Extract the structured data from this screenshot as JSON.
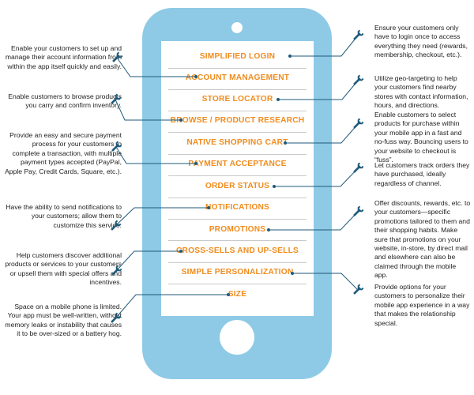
{
  "colors": {
    "phone": "#8ecae6",
    "feature_text": "#f08c1e",
    "connector": "#1f5a7a",
    "divider": "#c9c9c9",
    "description_text": "#222222"
  },
  "icons": {
    "connector_end": "wrench-icon",
    "connector_start": "dot-icon"
  },
  "features": [
    "SIMPLIFIED LOGIN",
    "ACCOUNT MANAGEMENT",
    "STORE LOCATOR",
    "BROWSE / PRODUCT RESEARCH",
    "NATIVE SHOPPING CART",
    "PAYMENT ACCEPTANCE",
    "ORDER STATUS",
    "NOTIFICATIONS",
    "PROMOTIONS",
    "CROSS-SELLS AND UP-SELLS",
    "SIMPLE PERSONALIZATION",
    "SIZE"
  ],
  "left_notes": {
    "account_management": "Enable your customers to set up and manage their account information from within the app itself quickly and easily.",
    "browse": "Enable customers to browse products you carry and confirm inventory.",
    "payment": "Provide an easy and secure payment process for your customers to complete a transaction, with multiple payment types accepted (PayPal, Apple Pay, Credit Cards, Square, etc.).",
    "notifications": "Have the ability to send notifications to your customers; allow them to customize this service.",
    "cross_sells": "Help customers discover additional products or services to your customers or upsell them with special offers and incentives.",
    "size": "Space on a mobile phone is limited. Your app must be well-written, without memory leaks or instability that causes it to be over-sized or a battery hog."
  },
  "right_notes": {
    "login": "Ensure your customers only have to login once to access everything they need (rewards, membership, checkout, etc.).",
    "store_locator": "Utilize geo-targeting to help your customers find nearby stores with contact information, hours, and directions.",
    "shopping_cart": "Enable customers to select products for purchase within your mobile app in a fast and no-fuss way. Bouncing users to your website to checkout is “fuss”.",
    "order_status": "Let customers track orders they have purchased, ideally regardless of channel.",
    "promotions": "Offer discounts, rewards, etc. to your customers—specific promotions tailored to them and their shopping habits. Make sure that promotions on your website, in-store, by direct mail and elsewhere can also be claimed through the mobile app.",
    "personalization": "Provide options for your customers to personalize their mobile app experience in a way that makes the relationship special."
  }
}
